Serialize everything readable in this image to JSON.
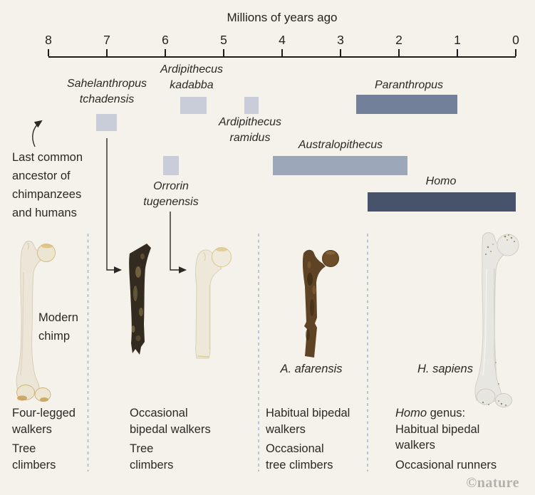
{
  "chart_data": {
    "type": "timeline-bar",
    "title": "Millions of years ago",
    "axis": {
      "label": "Millions of years ago",
      "min": 0,
      "max": 8,
      "ticks": [
        8,
        7,
        6,
        5,
        4,
        3,
        2,
        1,
        0
      ],
      "direction": "older-left-to-younger-right"
    },
    "taxa": [
      {
        "id": "sahelanthropus",
        "name": "Sahelanthropus tchadensis",
        "label": "Sahelanthropus\ntchadensis",
        "start_ma": 7.18,
        "end_ma": 6.83,
        "color": "#c9cdd9"
      },
      {
        "id": "kadabba",
        "name": "Ardipithecus kadabba",
        "label": "Ardipithecus\nkadabba",
        "start_ma": 5.75,
        "end_ma": 5.29,
        "color": "#c9cdd9"
      },
      {
        "id": "ramidus",
        "name": "Ardipithecus ramidus",
        "label": "Ardipithecus\nramidus",
        "start_ma": 4.65,
        "end_ma": 4.4,
        "color": "#c9cdd9"
      },
      {
        "id": "orrorin",
        "name": "Orrorin tugenensis",
        "label": "Orrorin\ntugenensis",
        "start_ma": 6.04,
        "end_ma": 5.77,
        "color": "#c9cdd9"
      },
      {
        "id": "australopithecus",
        "name": "Australopithecus",
        "label": "Australopithecus",
        "start_ma": 4.16,
        "end_ma": 1.85,
        "color": "#9ca7ba"
      },
      {
        "id": "paranthropus",
        "name": "Paranthropus",
        "label": "Paranthropus",
        "start_ma": 2.73,
        "end_ma": 1.0,
        "color": "#73809a"
      },
      {
        "id": "homo",
        "name": "Homo",
        "label": "Homo",
        "start_ma": 2.54,
        "end_ma": 0,
        "color": "#46536a"
      }
    ]
  },
  "annotation": {
    "last_common_ancestor": "Last common\nancestor of\nchimpanzees\nand humans"
  },
  "specimens": {
    "modern_chimp": "Modern\nchimp",
    "a_afarensis": "A. afarensis",
    "h_sapiens": "H. sapiens"
  },
  "columns": [
    {
      "para1": "Four-legged\nwalkers",
      "para2": "Tree\nclimbers"
    },
    {
      "para1": "Occasional\nbipedal walkers",
      "para2": "Tree\nclimbers"
    },
    {
      "para1": "Habitual bipedal\nwalkers",
      "para2": "Occasional\ntree climbers"
    },
    {
      "para1_italic_word": "Homo",
      "para1_rest": " genus:\nHabitual bipedal\nwalkers",
      "para2": "Occasional runners"
    }
  ],
  "watermark": "©nature",
  "colors": {
    "background": "#f4f2ea",
    "axis": "#1d1c19",
    "text": "#2a2925",
    "range_bar_light": "#c9cdd9",
    "australopithecus_bar": "#9ca7ba",
    "paranthropus_bar": "#73809a",
    "homo_bar": "#46536a",
    "dashed_divider": "#a9b8c9",
    "watermark": "#b3b1ad"
  }
}
